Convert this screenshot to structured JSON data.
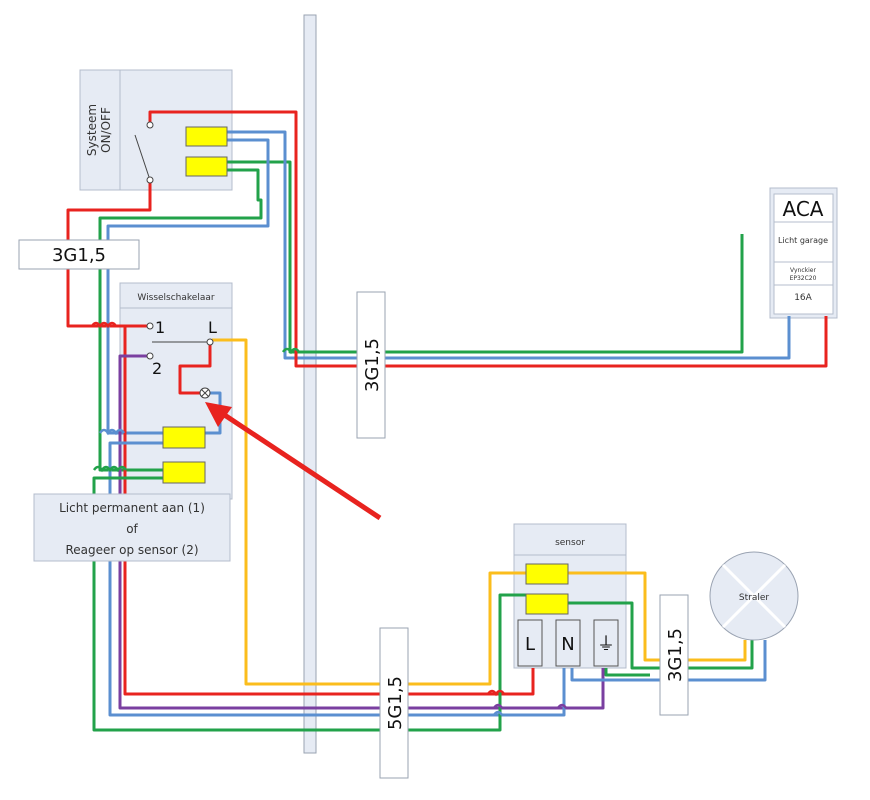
{
  "system_switch": {
    "label_line1": "Systeem",
    "label_line2": "ON/OFF"
  },
  "cable_labels": {
    "upper_left": "3G1,5",
    "center_vertical": "3G1,5",
    "bottom_center": "5G1,5",
    "bottom_right": "3G1,5"
  },
  "wisselschakelaar": {
    "title": "Wisselschakelaar",
    "terminal_1": "1",
    "terminal_2": "2",
    "terminal_l": "L"
  },
  "note": {
    "line1": "Licht permanent aan (1)",
    "line2": "of",
    "line3": "Reageer op sensor (2)"
  },
  "breaker": {
    "title": "ACA",
    "subtitle": "Licht garage",
    "model_line1": "Vynckier",
    "model_line2": "EP32C20",
    "rating": "16A"
  },
  "sensor": {
    "title": "sensor",
    "terminal_l": "L",
    "terminal_n": "N",
    "terminal_earth": "⏚"
  },
  "lamp": {
    "label": "Straler"
  },
  "colors": {
    "phase": "#e8231f",
    "neutral": "#5b8fd0",
    "earth": "#22a24a",
    "switched": "#fbbd1c",
    "control": "#7a3fa0",
    "connector": "#ffff00",
    "box_fill": "#e6ebf4",
    "box_stroke": "#b4bdcc"
  }
}
